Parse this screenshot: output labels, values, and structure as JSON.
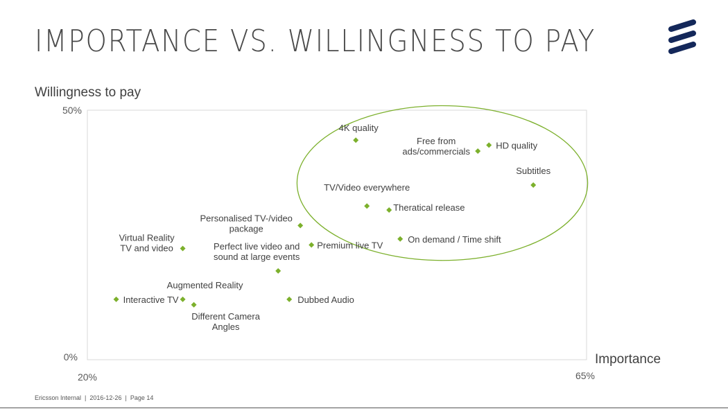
{
  "slide": {
    "title": "IMPORTANCE VS. WILLINGNESS TO PAY",
    "footer": {
      "classification": "Ericsson Internal",
      "date": "2016-12-26",
      "page": "Page 14",
      "separator": "|"
    },
    "logo": {
      "icon": "ericsson-logo-icon",
      "color": "#14285a"
    }
  },
  "chart_data": {
    "type": "scatter",
    "xlabel": "Importance",
    "ylabel": "Willingness to pay",
    "xlim": [
      20,
      65
    ],
    "ylim": [
      0,
      50
    ],
    "x_tick_labels": [
      "20%",
      "65%"
    ],
    "y_tick_labels": [
      "0%",
      "50%"
    ],
    "grid": false,
    "marker_color": "#7cb02c",
    "highlight_ellipse": {
      "center": [
        52.0,
        35.4
      ],
      "radius": [
        13.1,
        15.5
      ],
      "color": "#7cb02c"
    },
    "points": [
      {
        "label": "4K quality",
        "x": 44.2,
        "y": 44.0
      },
      {
        "label": "HD quality",
        "x": 56.2,
        "y": 43.0
      },
      {
        "label": "Free from ads/commercials",
        "x": 55.2,
        "y": 41.8
      },
      {
        "label": "Subtitles",
        "x": 60.2,
        "y": 35.0
      },
      {
        "label": "TV/Video everywhere",
        "x": 45.2,
        "y": 30.8
      },
      {
        "label": "Theratical release",
        "x": 47.2,
        "y": 30.0
      },
      {
        "label": "Personalised TV-/video package",
        "x": 39.2,
        "y": 26.9
      },
      {
        "label": "On demand / Time shift",
        "x": 48.2,
        "y": 24.2
      },
      {
        "label": "Premium live TV",
        "x": 40.2,
        "y": 23.0
      },
      {
        "label": "Virtual Reality TV and video",
        "x": 28.6,
        "y": 22.3
      },
      {
        "label": "Perfect live video and sound at large events",
        "x": 37.2,
        "y": 17.8
      },
      {
        "label": "Augmented Reality",
        "x": 28.6,
        "y": 12.1
      },
      {
        "label": "Interactive TV",
        "x": 22.6,
        "y": 12.1
      },
      {
        "label": "Dubbed Audio",
        "x": 38.2,
        "y": 12.1
      },
      {
        "label": "Different Camera Angles",
        "x": 29.6,
        "y": 11.0
      }
    ]
  }
}
